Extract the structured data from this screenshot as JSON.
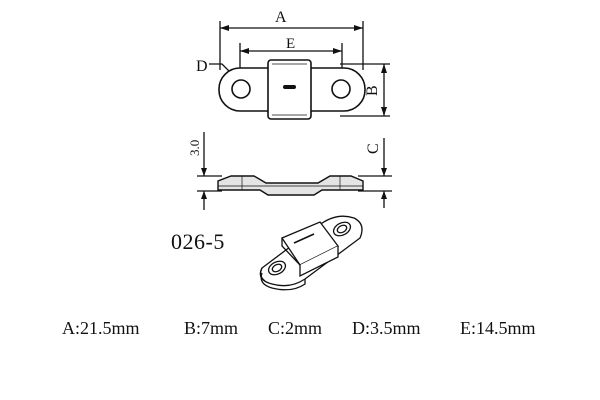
{
  "dimension_labels": {
    "A": "A",
    "B": "B",
    "C": "C",
    "D": "D",
    "E": "E"
  },
  "side_view_thickness": "3.0",
  "part_code": "026-5",
  "specs": [
    {
      "text": "A:21.5mm"
    },
    {
      "text": "B:7mm"
    },
    {
      "text": "C:2mm"
    },
    {
      "text": "D:3.5mm"
    },
    {
      "text": "E:14.5mm"
    }
  ]
}
